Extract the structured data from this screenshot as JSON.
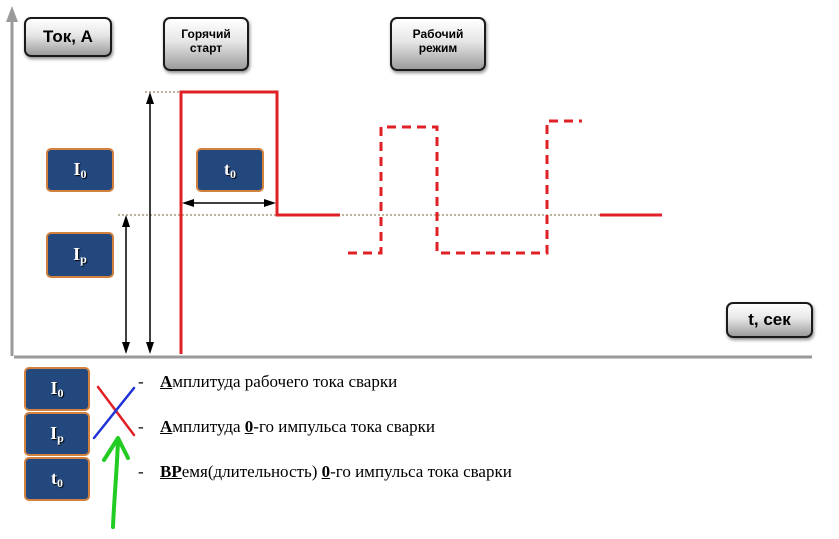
{
  "labels": {
    "y_axis": "Ток, А",
    "x_axis": "t, сек",
    "hot_start": [
      "Горячий",
      "старт"
    ],
    "work_mode": [
      "Рабочий",
      "режим"
    ]
  },
  "symbols": {
    "i0": {
      "main": "I",
      "sub": "0"
    },
    "ip": {
      "main": "I",
      "sub": "p"
    },
    "t0": {
      "main": "t",
      "sub": "0"
    }
  },
  "legend": [
    {
      "dash": "-",
      "hl": "А",
      "rest": "мплитуда рабочего тока сварки"
    },
    {
      "dash": "-",
      "hl": "А",
      "mid": "мплитуда ",
      "hl2": "0",
      "rest": "-го импульса тока сварки"
    },
    {
      "dash": "-",
      "hl": "ВР",
      "mid": "емя(длительность) ",
      "hl2": "0",
      "rest": "-го импульса тока сварки"
    }
  ],
  "colors": {
    "signal": "#e02027",
    "blue_mark": "#1f32d6",
    "green_mark": "#22cc22",
    "box_fill": "#23487e",
    "box_border": "#d3813f",
    "axis": "#9a9a9a"
  }
}
